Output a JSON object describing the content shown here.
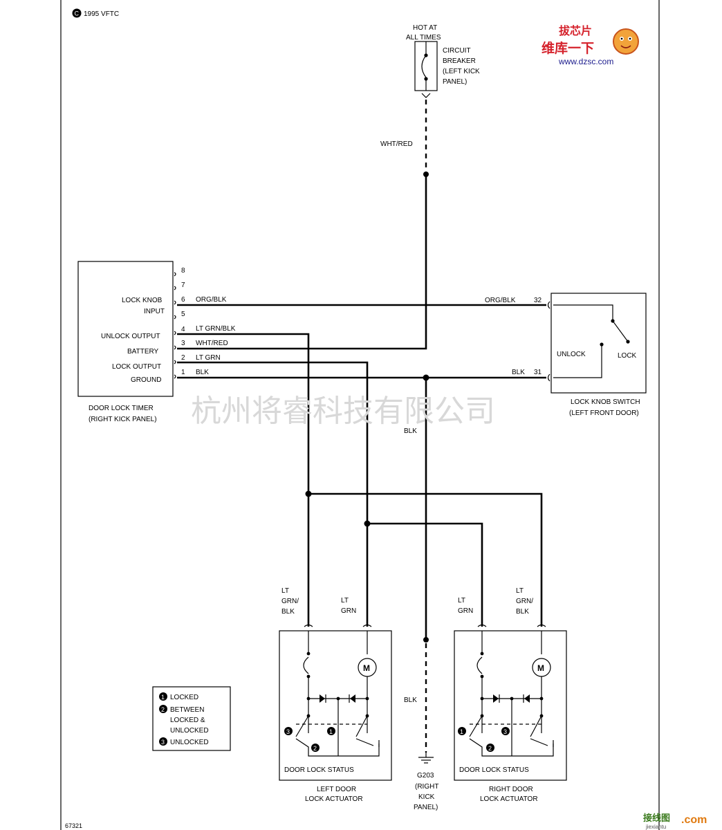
{
  "copyright": "1995 VFTC",
  "figure_number": "67321",
  "power": {
    "hot_label_1": "HOT AT",
    "hot_label_2": "ALL TIMES",
    "breaker_lines": [
      "CIRCUIT",
      "BREAKER",
      "(LEFT KICK",
      "PANEL)"
    ],
    "wire_color": "WHT/RED"
  },
  "timer": {
    "name_1": "DOOR LOCK TIMER",
    "name_2": "(RIGHT KICK PANEL)",
    "pin_numbers": [
      "8",
      "7",
      "6",
      "5",
      "4",
      "3",
      "2",
      "1"
    ],
    "pin_labels": {
      "lock_knob_1": "LOCK KNOB",
      "lock_knob_2": "INPUT",
      "unlock_output": "UNLOCK OUTPUT",
      "battery": "BATTERY",
      "lock_output": "LOCK OUTPUT",
      "ground": "GROUND"
    },
    "wire_colors": {
      "pin6": "ORG/BLK",
      "pin4": "LT GRN/BLK",
      "pin3": "WHT/RED",
      "pin2": "LT GRN",
      "pin1": "BLK"
    }
  },
  "switch": {
    "name_1": "LOCK KNOB SWITCH",
    "name_2": "(LEFT FRONT DOOR)",
    "unlock": "UNLOCK",
    "lock": "LOCK",
    "pin_top": "32",
    "pin_bottom": "31",
    "wire_top": "ORG/BLK",
    "wire_bottom": "BLK"
  },
  "ground": {
    "wire_1": "BLK",
    "wire_2": "BLK",
    "name_lines": [
      "G203",
      "(RIGHT",
      "KICK",
      "PANEL)"
    ]
  },
  "left_actuator": {
    "wire_a": [
      "LT",
      "GRN/",
      "BLK"
    ],
    "wire_b": [
      "LT",
      "GRN"
    ],
    "status": "DOOR LOCK STATUS",
    "name_1": "LEFT DOOR",
    "name_2": "LOCK ACTUATOR",
    "motor": "M"
  },
  "right_actuator": {
    "wire_a": [
      "LT",
      "GRN"
    ],
    "wire_b": [
      "LT",
      "GRN/",
      "BLK"
    ],
    "status": "DOOR LOCK STATUS",
    "name_1": "RIGHT DOOR",
    "name_2": "LOCK ACTUATOR",
    "motor": "M"
  },
  "legend": {
    "n1": "1",
    "n2": "2",
    "n3": "3",
    "locked": "LOCKED",
    "between_1": "BETWEEN",
    "between_2": "LOCKED &",
    "between_3": "UNLOCKED",
    "unlocked": "UNLOCKED"
  },
  "status_numbers": {
    "n1": "1",
    "n2": "2",
    "n3": "3"
  },
  "watermark_text": "杭州将睿科技有限公司",
  "logo": {
    "line1": "拔芯片",
    "line2": "维库一下",
    "url": "www.dzsc.com"
  },
  "footer_logo": {
    "text": "接线图",
    "com": ".com",
    "sub": "jiexiantu"
  }
}
